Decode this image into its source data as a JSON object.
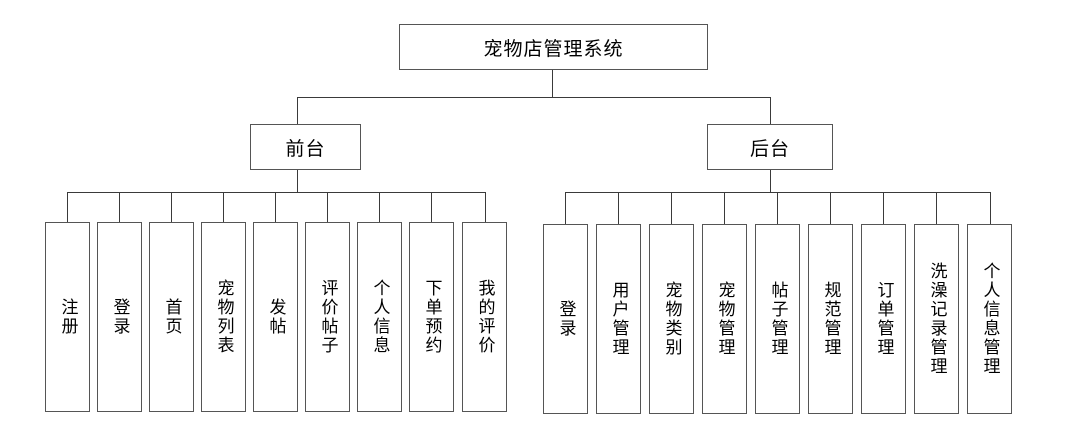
{
  "diagram": {
    "title": "宠物店管理系统",
    "type": "hierarchy-tree",
    "root": {
      "label": "宠物店管理系统"
    },
    "branches": [
      {
        "label": "前台",
        "children": [
          {
            "label": "注册"
          },
          {
            "label": "登录"
          },
          {
            "label": "首页"
          },
          {
            "label": "宠物列表"
          },
          {
            "label": "发帖"
          },
          {
            "label": "评价帖子"
          },
          {
            "label": "个人信息"
          },
          {
            "label": "下单预约"
          },
          {
            "label": "我的评价"
          }
        ]
      },
      {
        "label": "后台",
        "children": [
          {
            "label": "登录"
          },
          {
            "label": "用户管理"
          },
          {
            "label": "宠物类别"
          },
          {
            "label": "宠物管理"
          },
          {
            "label": "帖子管理"
          },
          {
            "label": "规范管理"
          },
          {
            "label": "订单管理"
          },
          {
            "label": "洗澡记录管理"
          },
          {
            "label": "个人信息管理"
          }
        ]
      }
    ],
    "colors": {
      "border": "#555555",
      "line": "#3a3a3a",
      "text": "#000000",
      "background": "#ffffff"
    }
  }
}
